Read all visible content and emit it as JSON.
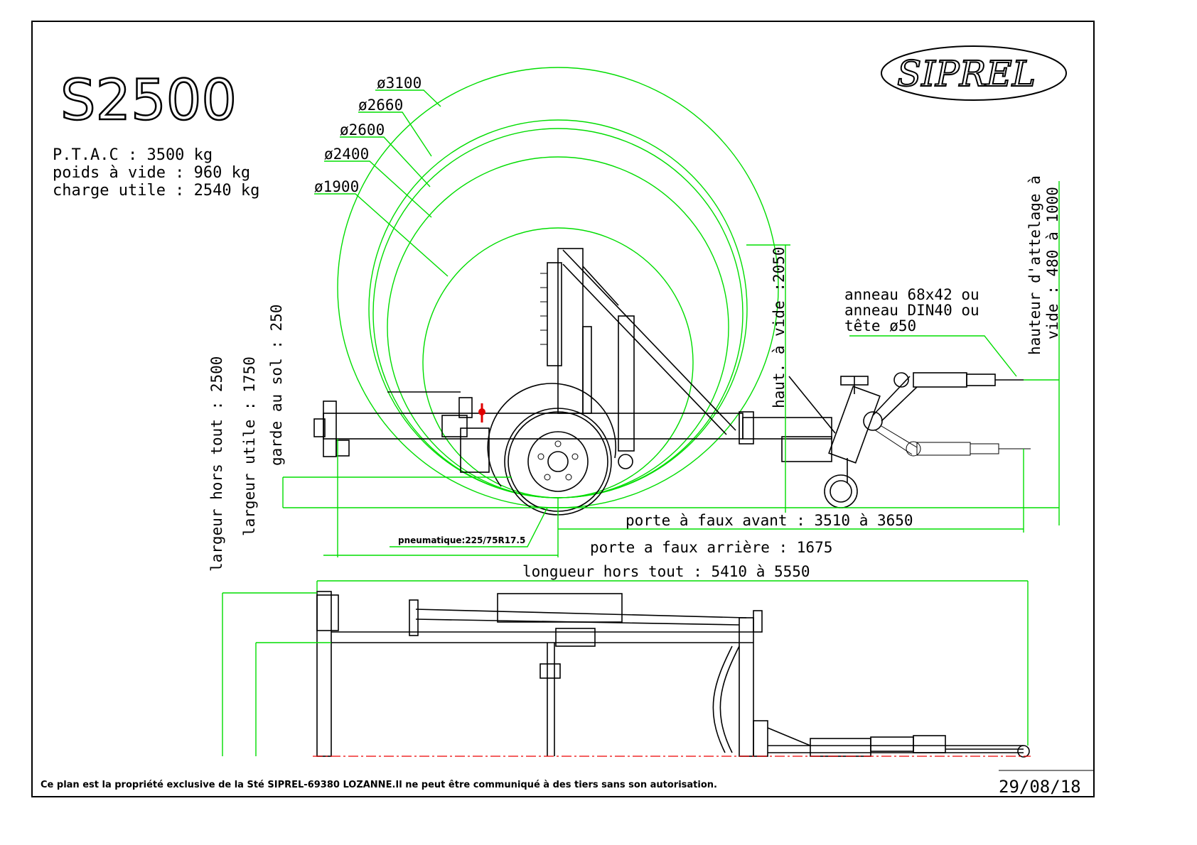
{
  "model": "S2500",
  "brand": "SIPREL",
  "specs": {
    "ptac": "P.T.A.C : 3500 kg",
    "empty_weight": "poids à vide : 960 kg",
    "payload": "charge utile : 2540 kg"
  },
  "drum_diameters": [
    "ø3100",
    "ø2660",
    "ø2600",
    "ø2400",
    "ø1900"
  ],
  "dimensions": {
    "empty_height": "haut. à vide :2050",
    "ground_clearance": "garde au sol : 250",
    "useful_width": "largeur utile : 1750",
    "overall_width": "largeur hors tout : 2500",
    "hitch_height_line1": "hauteur d'attelage à",
    "hitch_height_line2": "vide : 480 à 1000",
    "front_overhang": "porte à faux avant : 3510 à 3650",
    "rear_overhang": "porte a faux arrière : 1675",
    "overall_length": "longueur hors tout : 5410 à  5550",
    "tyre": "pneumatique:225/75R17.5"
  },
  "hitch_options": [
    "anneau 68x42 ou",
    "anneau DIN40 ou",
    "tête ø50"
  ],
  "footer": {
    "notice": "Ce plan est la propriété exclusive de la Sté SIPREL-69380 LOZANNE.Il ne peut être communiqué à des tiers sans son autorisation.",
    "date": "29/08/18"
  },
  "colors": {
    "dimension_lines": "#00dd00",
    "drawing": "#000000",
    "axis_line": "#ee0000"
  }
}
